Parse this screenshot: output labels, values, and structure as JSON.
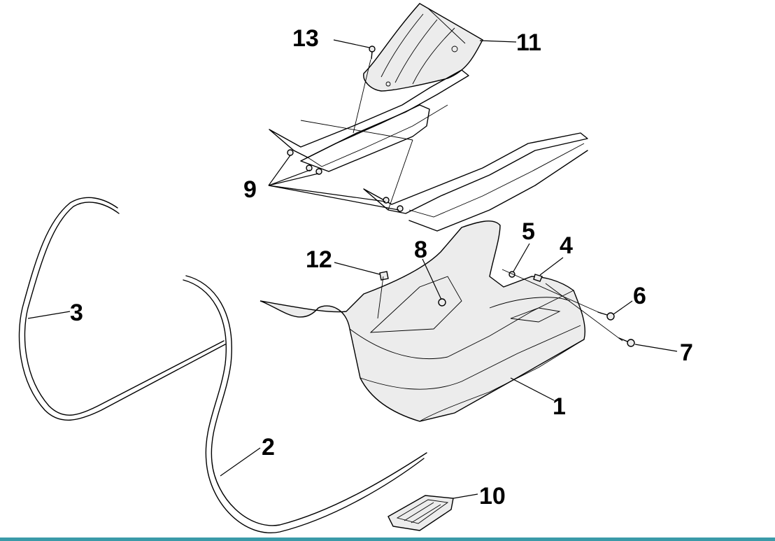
{
  "callouts": {
    "c1": "1",
    "c2": "2",
    "c3": "3",
    "c4": "4",
    "c5": "5",
    "c6": "6",
    "c7": "7",
    "c8": "8",
    "c9": "9",
    "c10": "10",
    "c11": "11",
    "c12": "12",
    "c13": "13"
  },
  "colors": {
    "line": "#000000",
    "background": "#ffffff",
    "bottom_bar": "#3a9aa8"
  }
}
